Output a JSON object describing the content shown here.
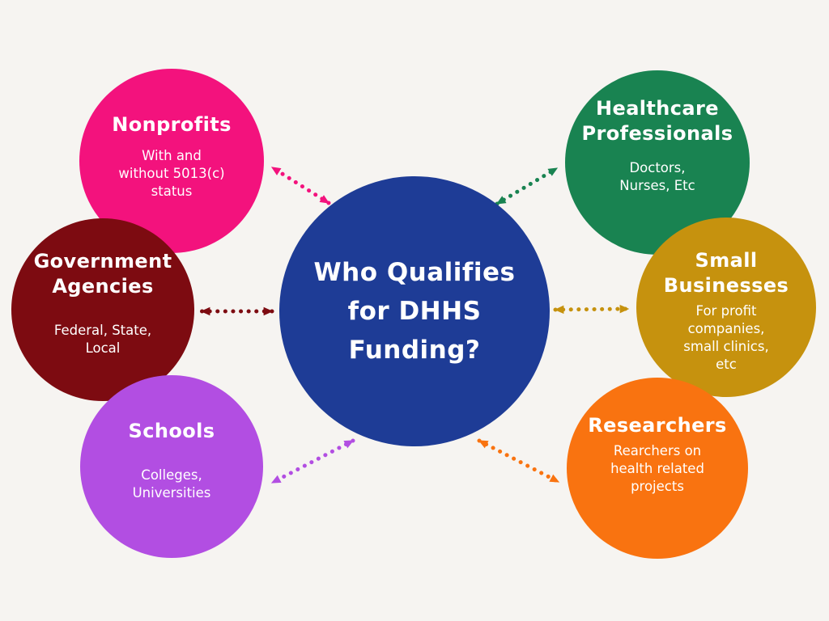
{
  "background": "#f6f4f1",
  "center": {
    "label": "Who Qualifies\nfor DHHS\nFunding?",
    "color": "#1e3c96",
    "text_color": "#ffffff"
  },
  "nodes": [
    {
      "id": "nonprofits",
      "label": "Nonprofits",
      "description": "With and\nwithout 5013(c)\nstatus",
      "color": "#f3127d"
    },
    {
      "id": "healthcare-professionals",
      "label": "Healthcare\nProfessionals",
      "description": "Doctors,\nNurses, Etc",
      "color": "#198351"
    },
    {
      "id": "government-agencies",
      "label": "Government\nAgencies",
      "description": "Federal, State,\nLocal",
      "color": "#7d0b11"
    },
    {
      "id": "small-businesses",
      "label": "Small\nBusinesses",
      "description": "For profit\ncompanies,\nsmall clinics,\netc",
      "color": "#c6920e"
    },
    {
      "id": "schools",
      "label": "Schools",
      "description": "Colleges,\nUniversities",
      "color": "#b24ee2"
    },
    {
      "id": "researchers",
      "label": "Researchers",
      "description": "Rearchers on\nhealth related\nprojects",
      "color": "#f97310"
    }
  ]
}
